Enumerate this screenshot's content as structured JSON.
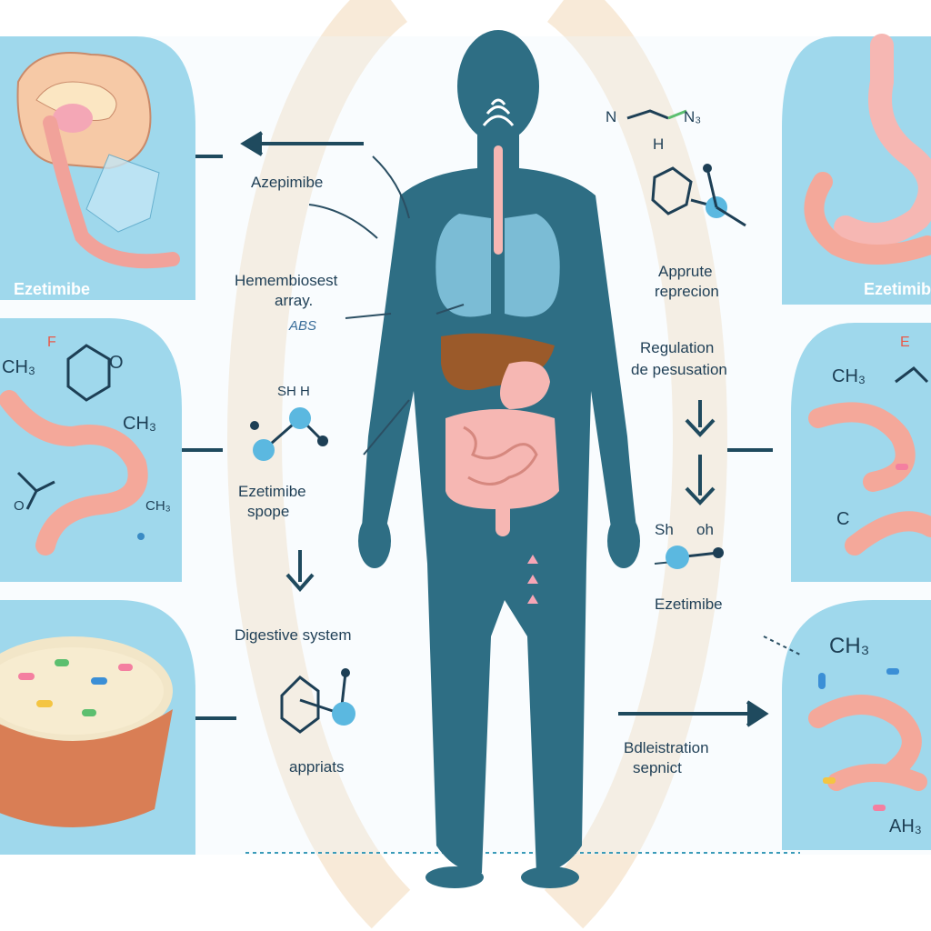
{
  "panels": {
    "brain_label": "Ezetimibe",
    "stomach_label": "Ezetimibe",
    "left_formula_f": "F",
    "left_formula_ch3": "CH₃",
    "left_formula_o": "O",
    "left_formula_ch3b": "CH₃",
    "left_formula_ch3c": "CH₃",
    "left_formula_o2": "O",
    "right_formula_e": "E",
    "right_formula_ch3": "CH₃",
    "right_formula_c": "C",
    "bottom_right_ch3": "CH₃",
    "bottom_right_ah": "AH₃"
  },
  "center_labels": {
    "azepimibe": "Azepimibe",
    "hemembiosest": "Hemembiosest",
    "array": "array.",
    "abs": "ABS",
    "sh": "SH  H",
    "ezetimibe_spope_1": "Ezetimibe",
    "ezetimibe_spope_2": "spope",
    "digestive": "Digestive system",
    "appriats": "appriats",
    "n_formula": "N",
    "n_formula_2": "N₃",
    "h_formula": "H",
    "apprute_1": "Apprute",
    "apprute_2": "reprecion",
    "regulation_1": "Regulation",
    "regulation_2": "de pesusation",
    "sh_oh_1": "Sh",
    "sh_oh_2": "oh",
    "ezetimibe_right": "Ezetimibe",
    "bdleistration_1": "Bdleistration",
    "bdleistration_2": "sepnict"
  },
  "colors": {
    "body": "#2e6e84",
    "panel_bg": "#9fd8ec",
    "arc": "#f7e8d4",
    "organ_pink": "#f6b7b3",
    "liver": "#9b5a2a"
  }
}
